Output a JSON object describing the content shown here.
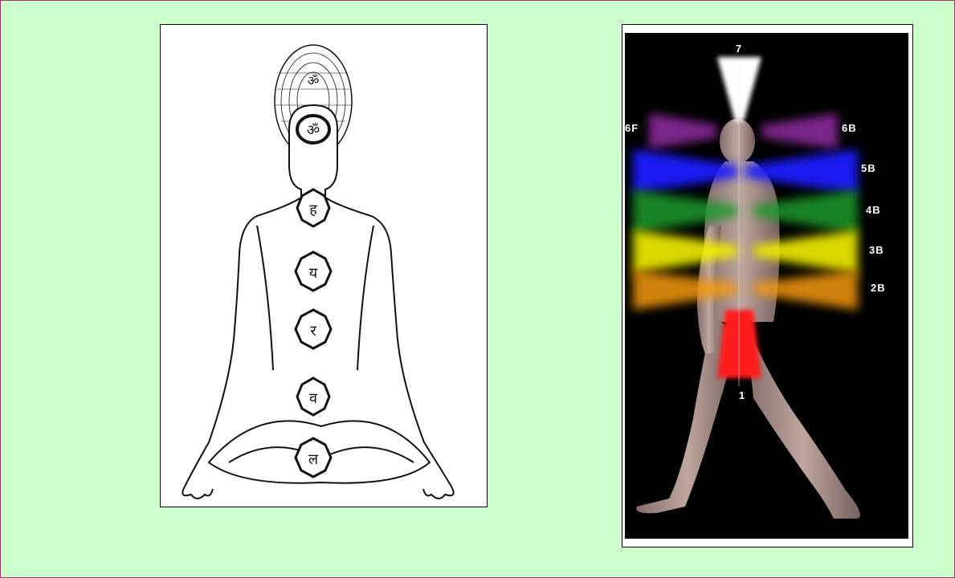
{
  "left_figure": {
    "description_icon": "seated-meditation-chakra-lineart",
    "chakra_glyphs": [
      "ॐ",
      "ॐ",
      "ह",
      "य",
      "र",
      "व",
      "ल"
    ]
  },
  "right_figure": {
    "labels": {
      "crown": "7",
      "brow_front": "6F",
      "brow_back": "6B",
      "throat": "5B",
      "heart": "4B",
      "solar": "3B",
      "sacral": "2B",
      "root": "1"
    },
    "colors": {
      "crown": "#ffffff",
      "brow": "#8a2a9a",
      "throat": "#1a1aff",
      "heart": "#1f9a2a",
      "solar": "#f2f000",
      "sacral": "#f59a10",
      "root": "#ff1a1a"
    }
  },
  "colors": {
    "background": "#ccffcc",
    "border": "#993366"
  }
}
